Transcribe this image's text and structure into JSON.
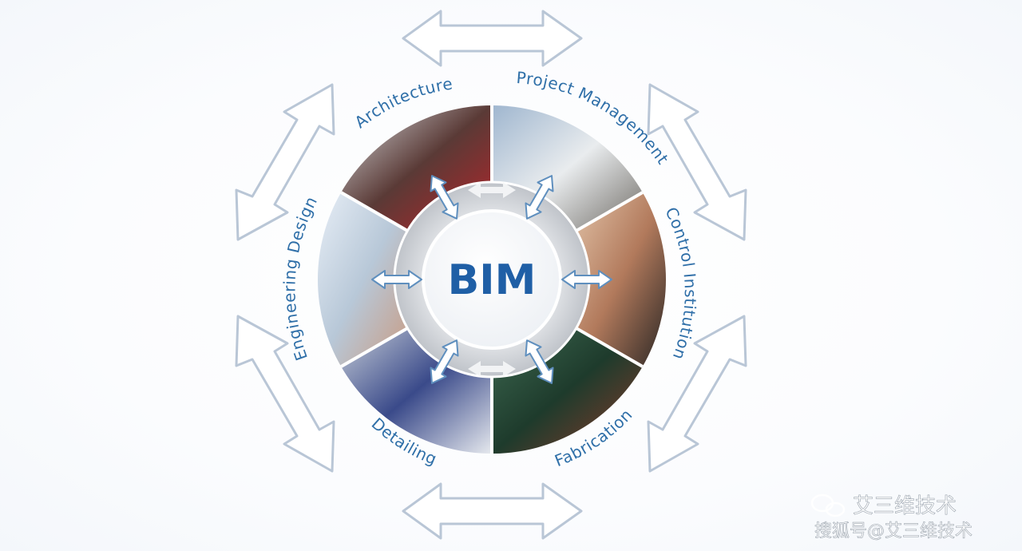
{
  "diagram": {
    "center_label": "BIM",
    "segments": [
      {
        "label": "Architecture"
      },
      {
        "label": "Project Management"
      },
      {
        "label": "Control Institution"
      },
      {
        "label": "Fabrication"
      },
      {
        "label": "Detailing"
      },
      {
        "label": "Engineering Design"
      }
    ]
  },
  "watermark": {
    "account": "艾三维技术",
    "source": "搜狐号@艾三维技术"
  },
  "colors": {
    "label": "#2f6fa8",
    "bim": "#1f5fa6",
    "ring": "#c9cdd3",
    "outer_arrow_stroke": "#b9c6d6"
  }
}
